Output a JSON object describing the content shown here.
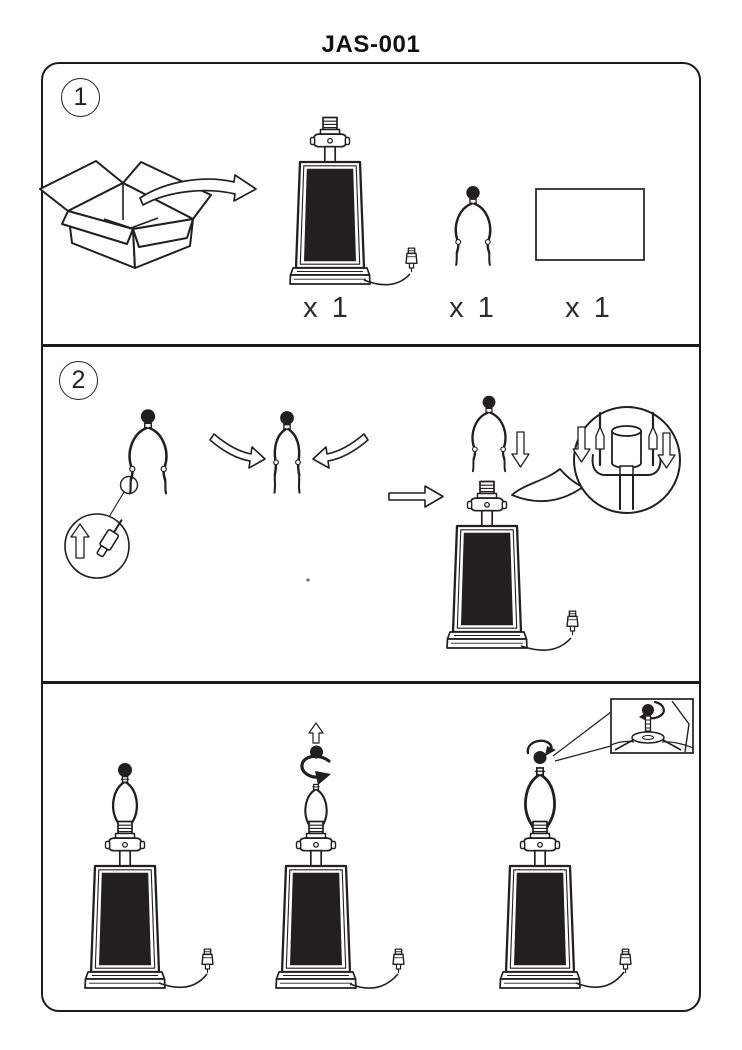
{
  "title": "JAS-001",
  "colors": {
    "ink": "#231f20",
    "paper": "#ffffff"
  },
  "steps": {
    "step1": {
      "number": "1",
      "items": [
        {
          "name": "lamp-base-with-cord",
          "count": "x 1"
        },
        {
          "name": "harp-with-finial",
          "count": "x 1"
        },
        {
          "name": "lamp-shade",
          "count": "x 1"
        }
      ]
    },
    "step2": {
      "number": "2"
    },
    "step3": {
      "number": ""
    }
  }
}
